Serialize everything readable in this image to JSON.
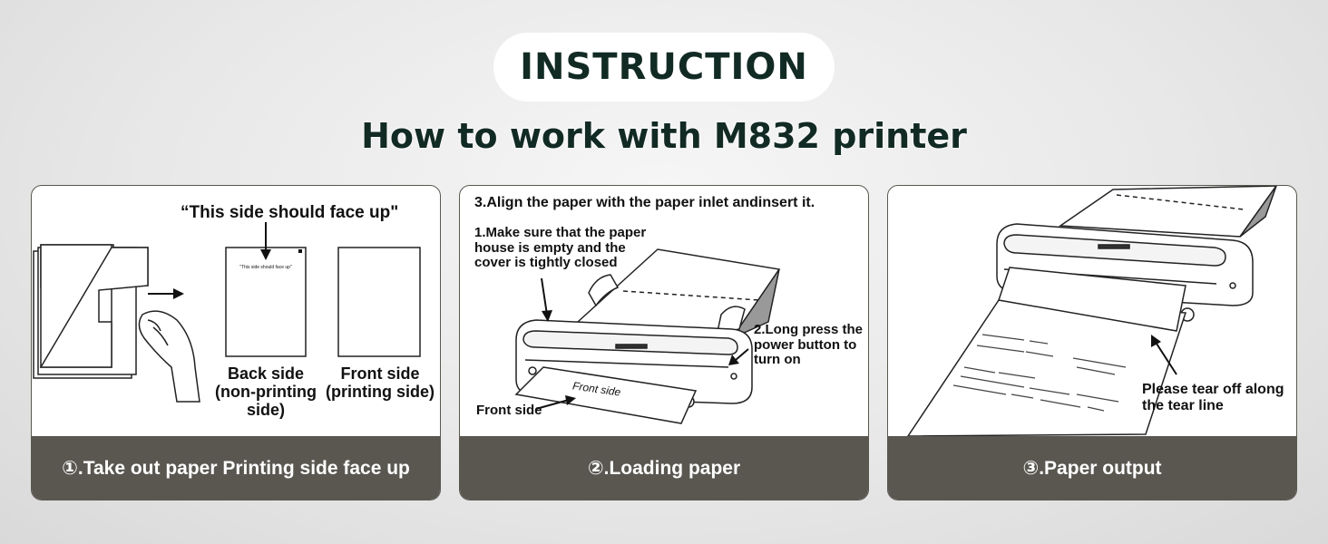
{
  "header": {
    "title": "INSTRUCTION",
    "subtitle": "How to work with M832 printer"
  },
  "steps": [
    {
      "caption": "①.Take out paper Printing side face up",
      "callout": "“This side should face up\"",
      "sheet_text": "\"This side should face up\"",
      "back_label": "Back side (non-printing side)",
      "front_label": "Front side (printing side)"
    },
    {
      "caption": "②.Loading paper",
      "instruction_top": "3.Align the paper with the paper inlet andinsert it.",
      "instruction_1": "1.Make sure that the paper house is empty and the cover is tightly closed",
      "instruction_2": "2.Long press the power button to turn on",
      "front_label": "Front side",
      "paper_label": "Front side"
    },
    {
      "caption": "③.Paper output",
      "tear_label": "Please tear off along the tear line"
    }
  ],
  "colors": {
    "title_text": "#122a24",
    "caption_bar": "#595750",
    "panel_border": "#595750"
  }
}
